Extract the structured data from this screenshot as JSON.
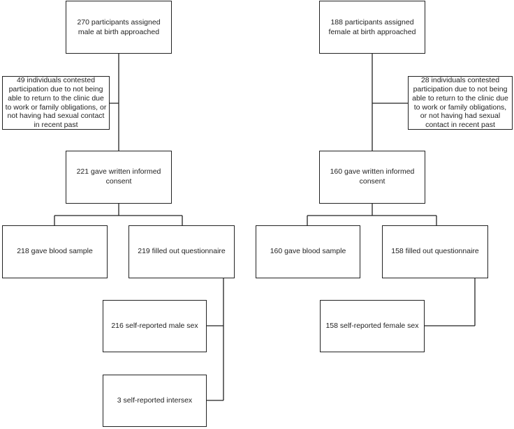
{
  "boxes": {
    "male_approached": "270 participants assigned male at birth approached",
    "male_contested": "49 individuals contested participation due to not being able to return to the clinic due to work or family obligations, or not having had sexual contact in recent past",
    "male_consent": "221 gave written informed consent",
    "male_blood": "218 gave blood sample",
    "male_questionnaire": "219 filled out questionnaire",
    "male_self_male": "216 self-reported male sex",
    "male_intersex": "3 self-reported intersex",
    "female_approached": "188 participants assigned female at birth approached",
    "female_contested": "28 individuals contested participation due to not being able to return to the clinic due to work or family obligations, or not having had sexual contact in recent past",
    "female_consent": "160 gave written informed consent",
    "female_blood": "160 gave blood sample",
    "female_questionnaire": "158 filled out questionnaire",
    "female_self_female": "158 self-reported female sex"
  }
}
